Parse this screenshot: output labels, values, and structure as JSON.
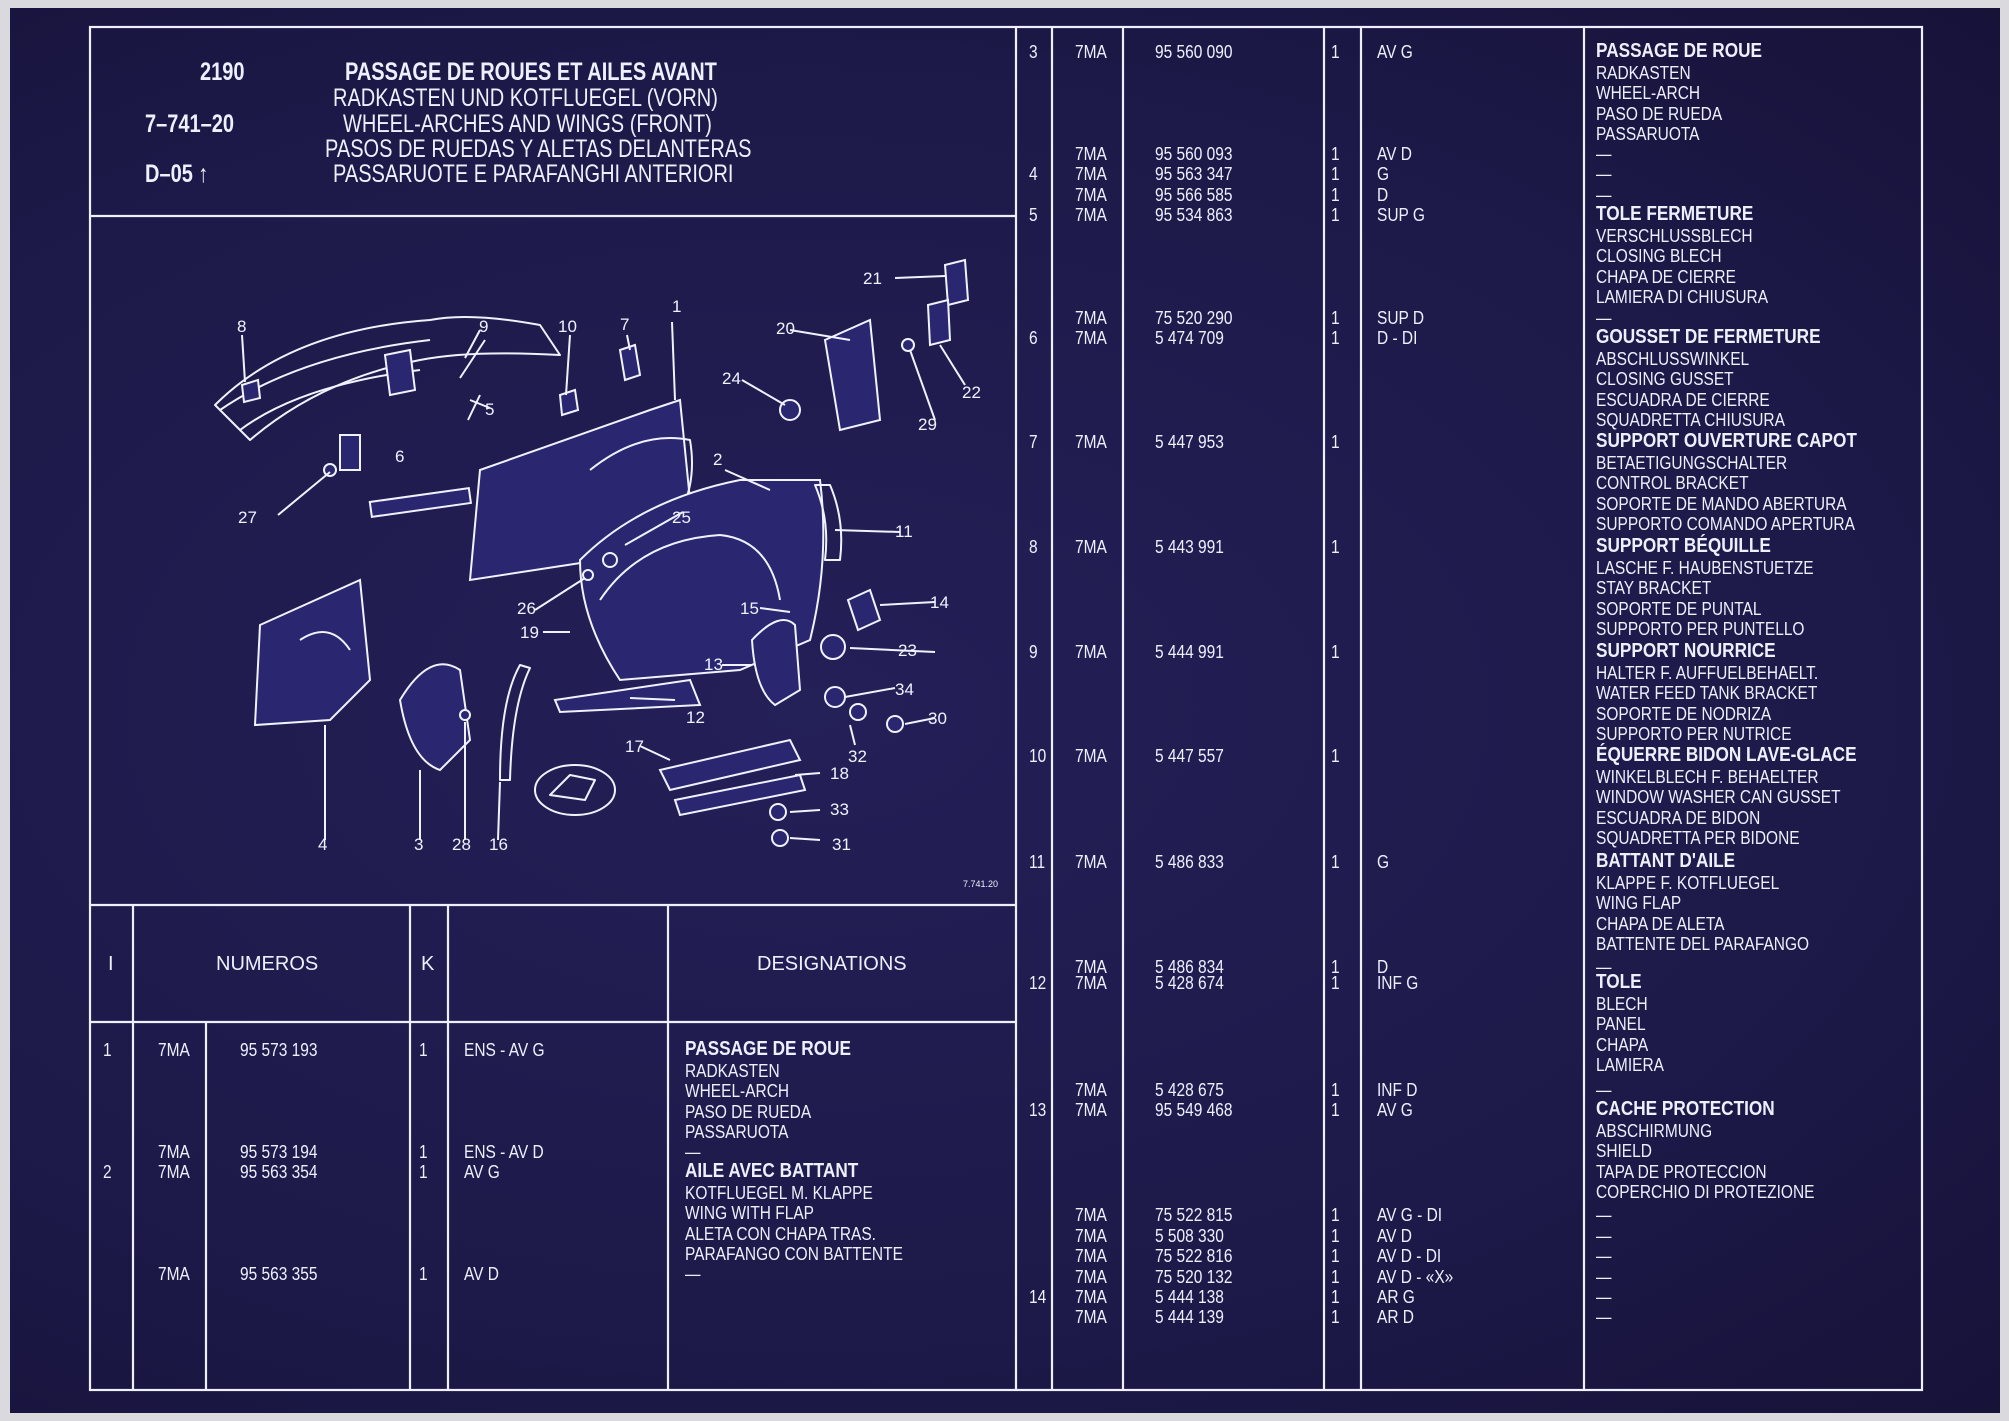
{
  "header": {
    "code": "2190",
    "ref": "7–741–20",
    "date": "D–05 ↑",
    "titles": [
      "PASSAGE DE ROUES ET AILES AVANT",
      "RADKASTEN UND KOTFLUEGEL (VORN)",
      "WHEEL-ARCHES AND WINGS (FRONT)",
      "PASOS DE RUEDAS Y ALETAS DELANTERAS",
      "PASSARUOTE E PARAFANGHI ANTERIORI"
    ]
  },
  "diagram": {
    "ref": "7.741.20",
    "labels": [
      "1",
      "2",
      "3",
      "4",
      "5",
      "6",
      "7",
      "8",
      "9",
      "10",
      "11",
      "12",
      "13",
      "14",
      "15",
      "16",
      "17",
      "18",
      "19",
      "20",
      "21",
      "22",
      "23",
      "24",
      "25",
      "26",
      "27",
      "28",
      "29",
      "30",
      "31",
      "32",
      "33",
      "34"
    ]
  },
  "table_header": {
    "index": "I",
    "numbers": "NUMEROS",
    "k": "K",
    "designations": "DESIGNATIONS"
  },
  "left_rows": [
    {
      "idx": "1",
      "prefix": "7MA",
      "number": "95 573 193",
      "qty": "1",
      "pos": "ENS - AV G",
      "lines": [
        "PASSAGE DE ROUE",
        "RADKASTEN",
        "WHEEL-ARCH",
        "PASO DE RUEDA",
        "PASSARUOTA"
      ]
    },
    {
      "idx": "",
      "prefix": "7MA",
      "number": "95 573 194",
      "qty": "1",
      "pos": "ENS - AV D",
      "lines": [
        "—"
      ]
    },
    {
      "idx": "2",
      "prefix": "7MA",
      "number": "95 563 354",
      "qty": "1",
      "pos": "AV G",
      "lines": [
        "AILE AVEC BATTANT",
        "KOTFLUEGEL M. KLAPPE",
        "WING WITH FLAP",
        "ALETA CON CHAPA TRAS.",
        "PARAFANGO CON BATTENTE"
      ]
    },
    {
      "idx": "",
      "prefix": "7MA",
      "number": "95 563 355",
      "qty": "1",
      "pos": "AV D",
      "lines": [
        "—"
      ]
    }
  ],
  "right_rows": [
    {
      "idx": "3",
      "prefix": "7MA",
      "number": "95 560 090",
      "qty": "1",
      "pos": "AV G",
      "lines": [
        "PASSAGE DE ROUE",
        "RADKASTEN",
        "WHEEL-ARCH",
        "PASO DE RUEDA",
        "PASSARUOTA"
      ]
    },
    {
      "idx": "",
      "prefix": "7MA",
      "number": "95 560 093",
      "qty": "1",
      "pos": "AV D",
      "lines": [
        "—"
      ]
    },
    {
      "idx": "4",
      "prefix": "7MA",
      "number": "95 563 347",
      "qty": "1",
      "pos": "G",
      "lines": [
        "—"
      ]
    },
    {
      "idx": "",
      "prefix": "7MA",
      "number": "95 566 585",
      "qty": "1",
      "pos": "D",
      "lines": [
        "—"
      ]
    },
    {
      "idx": "5",
      "prefix": "7MA",
      "number": "95 534 863",
      "qty": "1",
      "pos": "SUP G",
      "lines": [
        "TOLE FERMETURE",
        "VERSCHLUSSBLECH",
        "CLOSING BLECH",
        "CHAPA DE CIERRE",
        "LAMIERA DI CHIUSURA"
      ]
    },
    {
      "idx": "",
      "prefix": "7MA",
      "number": "75 520 290",
      "qty": "1",
      "pos": "SUP D",
      "lines": [
        "—"
      ]
    },
    {
      "idx": "6",
      "prefix": "7MA",
      "number": "5 474 709",
      "qty": "1",
      "pos": "D - DI",
      "lines": [
        "GOUSSET DE FERMETURE",
        "ABSCHLUSSWINKEL",
        "CLOSING GUSSET",
        "ESCUADRA DE CIERRE",
        "SQUADRETTA CHIUSURA"
      ]
    },
    {
      "idx": "7",
      "prefix": "7MA",
      "number": "5 447 953",
      "qty": "1",
      "pos": "",
      "lines": [
        "SUPPORT OUVERTURE CAPOT",
        "BETAETIGUNGSCHALTER",
        "CONTROL BRACKET",
        "SOPORTE DE MANDO ABERTURA",
        "SUPPORTO COMANDO APERTURA"
      ]
    },
    {
      "idx": "8",
      "prefix": "7MA",
      "number": "5 443 991",
      "qty": "1",
      "pos": "",
      "lines": [
        "SUPPORT BÉQUILLE",
        "LASCHE F. HAUBENSTUETZE",
        "STAY BRACKET",
        "SOPORTE DE PUNTAL",
        "SUPPORTO PER PUNTELLO"
      ]
    },
    {
      "idx": "9",
      "prefix": "7MA",
      "number": "5 444 991",
      "qty": "1",
      "pos": "",
      "lines": [
        "SUPPORT NOURRICE",
        "HALTER F. AUFFUELBEHAELT.",
        "WATER FEED TANK BRACKET",
        "SOPORTE DE NODRIZA",
        "SUPPORTO PER NUTRICE"
      ]
    },
    {
      "idx": "10",
      "prefix": "7MA",
      "number": "5 447 557",
      "qty": "1",
      "pos": "",
      "lines": [
        "ÉQUERRE BIDON LAVE-GLACE",
        "WINKELBLECH F. BEHAELTER",
        "WINDOW WASHER CAN GUSSET",
        "ESCUADRA DE BIDON",
        "SQUADRETTA PER BIDONE"
      ]
    },
    {
      "idx": "11",
      "prefix": "7MA",
      "number": "5 486 833",
      "qty": "1",
      "pos": "G",
      "lines": [
        "BATTANT D'AILE",
        "KLAPPE F. KOTFLUEGEL",
        "WING FLAP",
        "CHAPA DE ALETA",
        "BATTENTE DEL PARAFANGO"
      ]
    },
    {
      "idx": "",
      "prefix": "7MA",
      "number": "5 486 834",
      "qty": "1",
      "pos": "D",
      "lines": [
        "—"
      ]
    },
    {
      "idx": "12",
      "prefix": "7MA",
      "number": "5 428 674",
      "qty": "1",
      "pos": "INF G",
      "lines": [
        "TOLE",
        "BLECH",
        "PANEL",
        "CHAPA",
        "LAMIERA"
      ]
    },
    {
      "idx": "",
      "prefix": "7MA",
      "number": "5 428 675",
      "qty": "1",
      "pos": "INF D",
      "lines": [
        "—"
      ]
    },
    {
      "idx": "13",
      "prefix": "7MA",
      "number": "95 549 468",
      "qty": "1",
      "pos": "AV G",
      "lines": [
        "CACHE PROTECTION",
        "ABSCHIRMUNG",
        "SHIELD",
        "TAPA DE PROTECCION",
        "COPERCHIO DI PROTEZIONE"
      ]
    },
    {
      "idx": "",
      "prefix": "7MA",
      "number": "75 522 815",
      "qty": "1",
      "pos": "AV G - DI",
      "lines": [
        "—"
      ]
    },
    {
      "idx": "",
      "prefix": "7MA",
      "number": "5 508 330",
      "qty": "1",
      "pos": "AV D",
      "lines": [
        "—"
      ]
    },
    {
      "idx": "",
      "prefix": "7MA",
      "number": "75 522 816",
      "qty": "1",
      "pos": "AV D - DI",
      "lines": [
        "—"
      ]
    },
    {
      "idx": "",
      "prefix": "7MA",
      "number": "75 520 132",
      "qty": "1",
      "pos": "AV D - «X»",
      "lines": [
        "—"
      ]
    },
    {
      "idx": "14",
      "prefix": "7MA",
      "number": "5 444 138",
      "qty": "1",
      "pos": "AR G",
      "lines": [
        "—"
      ]
    },
    {
      "idx": "",
      "prefix": "7MA",
      "number": "5 444 139",
      "qty": "1",
      "pos": "AR D",
      "lines": [
        "—"
      ]
    }
  ]
}
